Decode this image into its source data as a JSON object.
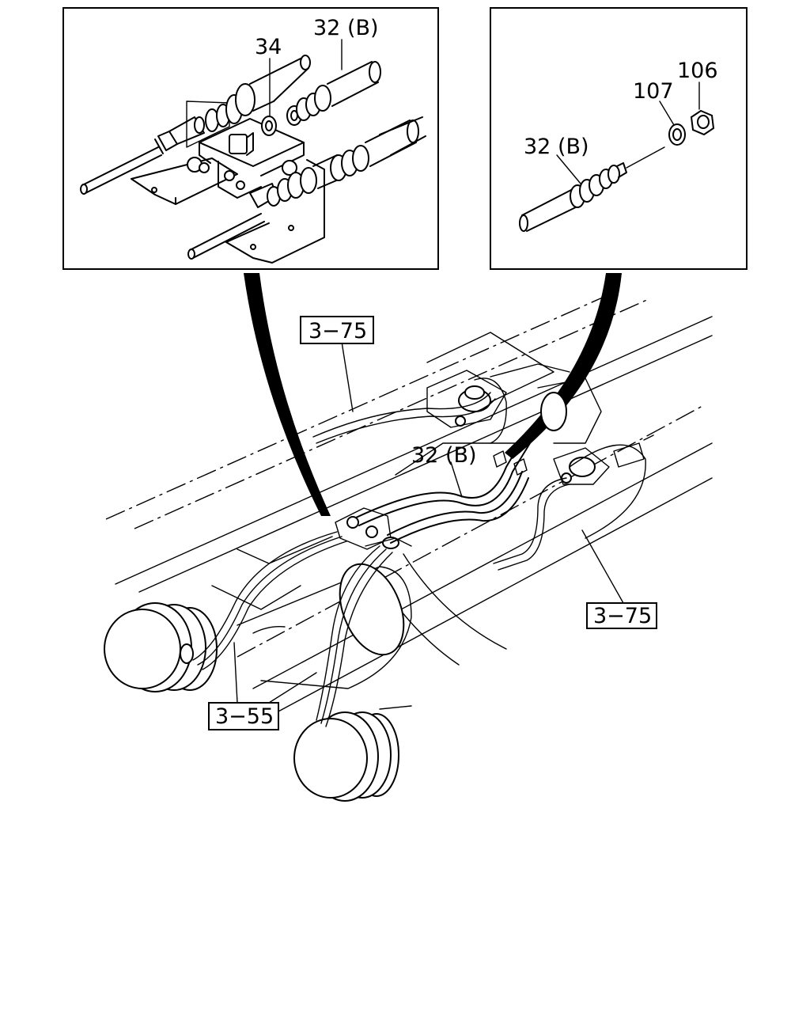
{
  "diagram": {
    "labels": {
      "part_34": "34",
      "hose_32b_inset_left": "32 (B)",
      "hose_32b_inset_right": "32 (B)",
      "hose_32b_main": "32 (B)",
      "part_106": "106",
      "part_107": "107",
      "ref_3_75_top": "3−75",
      "ref_3_75_right": "3−75",
      "ref_3_55": "3−55"
    }
  }
}
